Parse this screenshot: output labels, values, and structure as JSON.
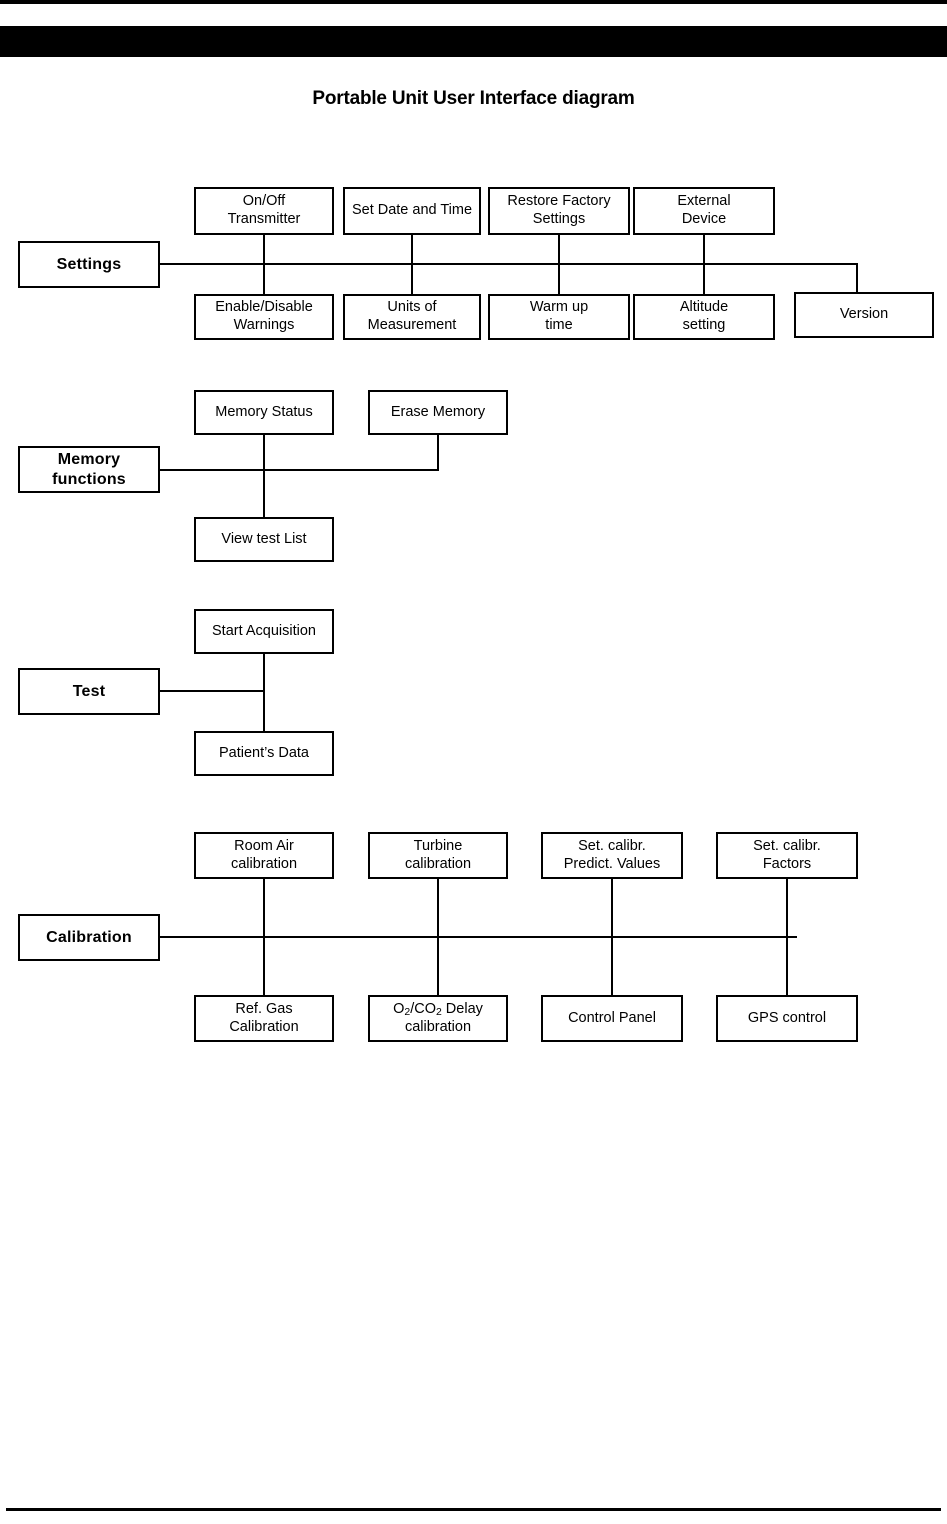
{
  "document": {
    "title": "Portable Unit User Interface diagram"
  },
  "diagram": {
    "type": "tree-diagram",
    "colors": {
      "line": "#000000",
      "box_fill": "#ffffff",
      "header_bar": "#000000",
      "text": "#000000"
    },
    "groups": [
      {
        "id": "settings",
        "root_label": "Settings",
        "top_row": [
          {
            "label_line1": "On/Off",
            "label_line2": "Transmitter"
          },
          {
            "label_line1": "Set Date and Time",
            "label_line2": ""
          },
          {
            "label_line1": "Restore Factory",
            "label_line2": "Settings"
          },
          {
            "label_line1": "External",
            "label_line2": "Device"
          }
        ],
        "bottom_row": [
          {
            "label_line1": "Enable/Disable",
            "label_line2": "Warnings"
          },
          {
            "label_line1": "Units of",
            "label_line2": "Measurement"
          },
          {
            "label_line1": "Warm up",
            "label_line2": "time"
          },
          {
            "label_line1": "Altitude",
            "label_line2": "setting"
          },
          {
            "label_line1": "Version",
            "label_line2": ""
          }
        ]
      },
      {
        "id": "memory-functions",
        "root_label_line1": "Memory",
        "root_label_line2": "functions",
        "top_row": [
          {
            "label_line1": "Memory Status",
            "label_line2": ""
          },
          {
            "label_line1": "Erase Memory",
            "label_line2": ""
          }
        ],
        "bottom_row": [
          {
            "label_line1": "View test List",
            "label_line2": ""
          }
        ]
      },
      {
        "id": "test",
        "root_label": "Test",
        "top_row": [
          {
            "label_line1": "Start Acquisition",
            "label_line2": ""
          }
        ],
        "bottom_row": [
          {
            "label_line1": "Patient’s Data",
            "label_line2": ""
          }
        ]
      },
      {
        "id": "calibration",
        "root_label": "Calibration",
        "top_row": [
          {
            "label_line1": "Room Air",
            "label_line2": "calibration"
          },
          {
            "label_line1": "Turbine",
            "label_line2": "calibration"
          },
          {
            "label_line1": "Set. calibr.",
            "label_line2": "Predict. Values"
          },
          {
            "label_line1": "Set. calibr.",
            "label_line2": "Factors"
          }
        ],
        "bottom_row": [
          {
            "label_line1": "Ref. Gas",
            "label_line2": "Calibration"
          },
          {
            "label_line1_html": "O<sub>2</sub>/CO<sub>2</sub> Delay",
            "label_line2": "calibration"
          },
          {
            "label_line1": "Control Panel",
            "label_line2": ""
          },
          {
            "label_line1": "GPS control",
            "label_line2": ""
          }
        ]
      }
    ]
  }
}
